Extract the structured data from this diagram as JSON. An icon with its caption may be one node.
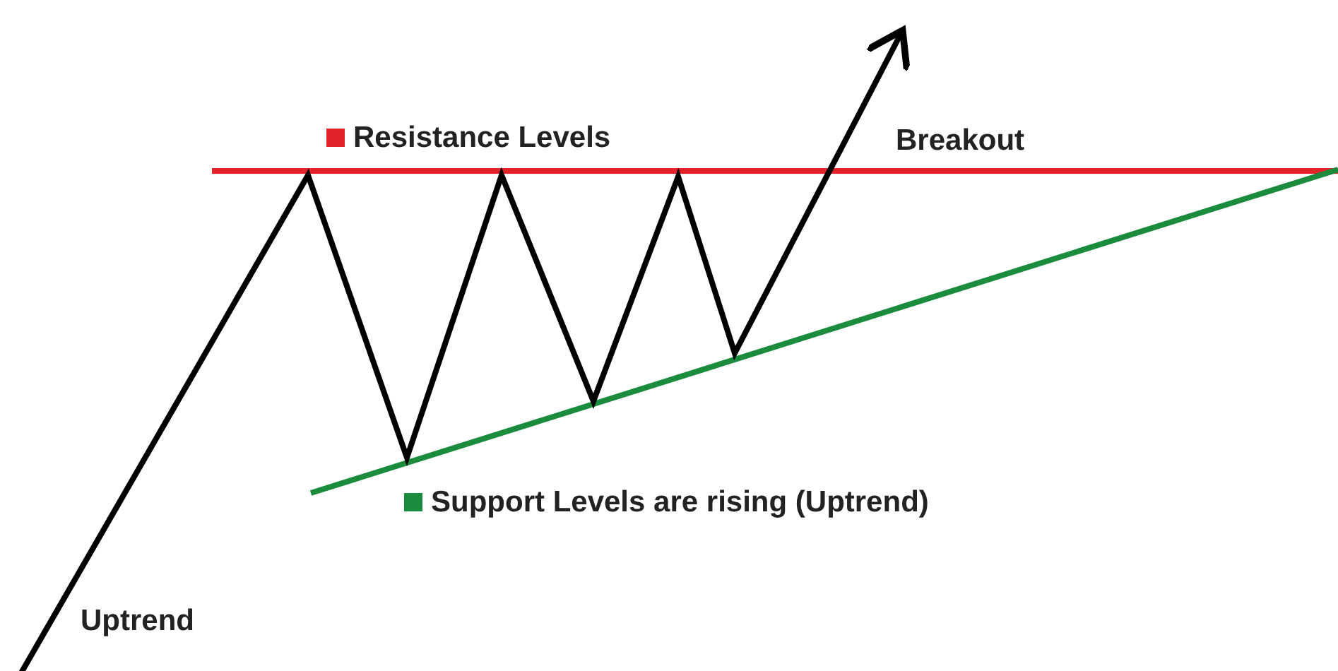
{
  "diagram": {
    "labels": [
      "Breakout",
      "Uptrend"
    ],
    "legend": [
      {
        "text": "Resistance Levels",
        "color": "#e2232a"
      },
      {
        "text": "Support Levels are rising (Uptrend)",
        "color": "#1b8c3e"
      }
    ]
  }
}
